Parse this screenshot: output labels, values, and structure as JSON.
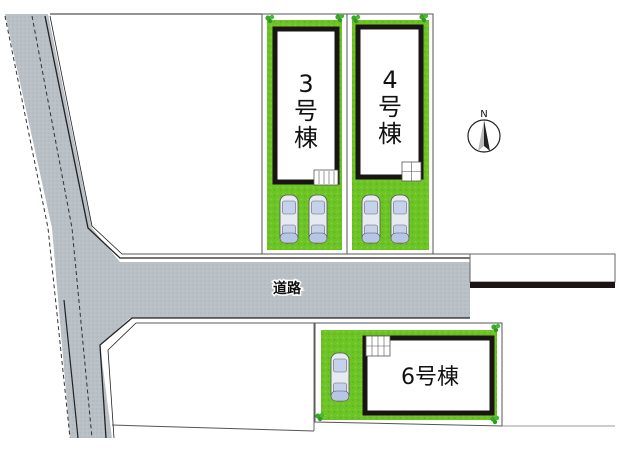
{
  "map": {
    "type": "site-plan",
    "road_label": "道路",
    "compass": {
      "label": "N",
      "direction": "up"
    },
    "colors": {
      "road": "#b9c0c6",
      "road_line": "#2a2a2a",
      "lawn": "#6cc425",
      "lawn_edge": "#9ad84a",
      "building_wall": "#1a1414",
      "building_fill": "#ffffff",
      "lot_border": "#555555",
      "tree": "#3aa82a",
      "car_body": "#dfe4ee",
      "car_window": "#b8c6e6"
    },
    "lots": [
      {
        "id": "3",
        "label_lines": [
          "3",
          "号",
          "棟"
        ],
        "parking_spaces": 2,
        "orientation": "vertical"
      },
      {
        "id": "4",
        "label_lines": [
          "4",
          "号",
          "棟"
        ],
        "parking_spaces": 2,
        "orientation": "vertical"
      },
      {
        "id": "6",
        "label": "6号棟",
        "parking_spaces": 1,
        "orientation": "horizontal"
      }
    ]
  }
}
